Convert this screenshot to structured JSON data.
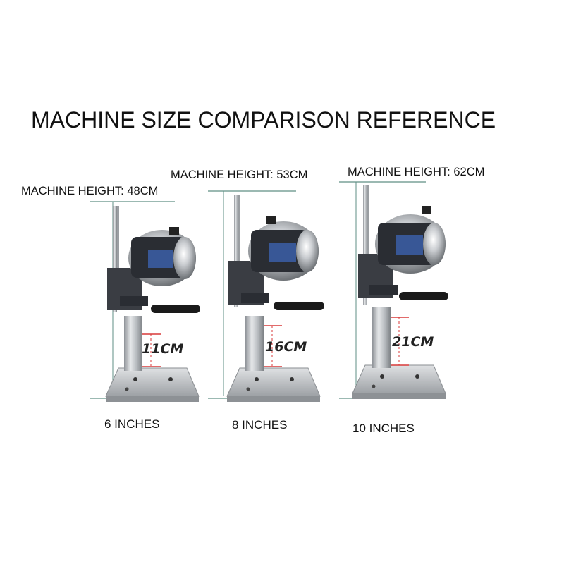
{
  "title": "MACHINE SIZE COMPARISON REFERENCE",
  "machines": [
    {
      "height_label": "MACHINE HEIGHT: 48CM",
      "blade_length": "11CM",
      "size_label": "6 INCHES"
    },
    {
      "height_label": "MACHINE HEIGHT: 53CM",
      "blade_length": "16CM",
      "size_label": "8 INCHES"
    },
    {
      "height_label": "MACHINE HEIGHT: 62CM",
      "blade_length": "21CM",
      "size_label": "10 INCHES"
    }
  ],
  "colors": {
    "dimension_line": "#5f8f85",
    "blade_marker": "#d83a3a",
    "metal": "#b9bcc0",
    "motor_dark": "#2a2d33",
    "handle": "#1a1a1a",
    "panel_blue": "#3b5fa8"
  }
}
